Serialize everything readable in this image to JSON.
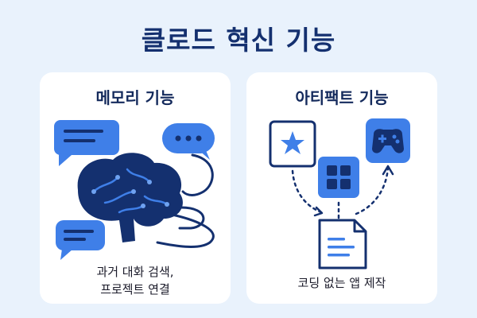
{
  "title": "클로드 혁신 기능",
  "cards": [
    {
      "title": "메모리 기능",
      "desc_lines": [
        "과거 대화 검색,",
        "프로젝트 연결"
      ],
      "icons": [
        "chat-bubble-icon",
        "typing-bubble-icon",
        "brain-icon",
        "chat-bubble-icon"
      ]
    },
    {
      "title": "아티팩트 기능",
      "desc_lines": [
        "코딩 없는 앱 제작"
      ],
      "icons": [
        "star-icon",
        "grid-icon",
        "gamepad-icon",
        "document-icon"
      ]
    }
  ],
  "colors": {
    "background": "#e9f2fc",
    "navy": "#14306f",
    "accent_blue": "#3f7fe8",
    "dark_navy": "#142a5c"
  }
}
